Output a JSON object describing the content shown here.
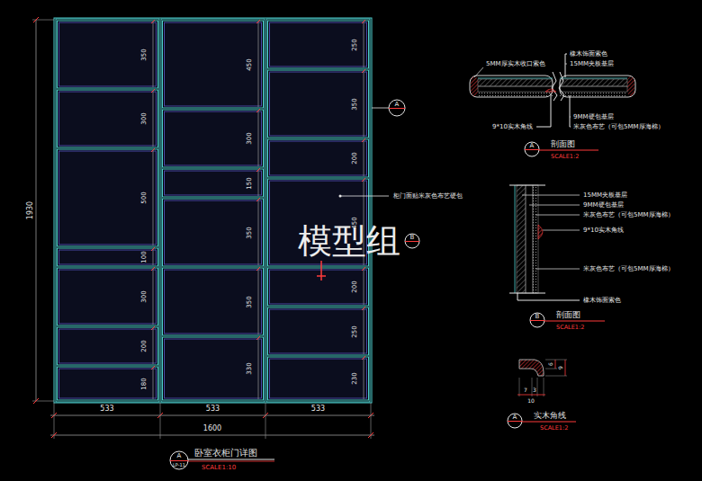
{
  "diagram": {
    "title": "卧室衣柜门详图",
    "labels": [
      "1930",
      "350",
      "300",
      "500",
      "100",
      "300",
      "200",
      "180",
      "450",
      "300",
      "150",
      "350",
      "350",
      "330",
      "250",
      "350",
      "200",
      "450",
      "200",
      "250",
      "230",
      "533",
      "533",
      "533",
      "1600",
      "A",
      "B",
      "柜门面贴米灰色布艺硬包",
      "模型组",
      "A",
      "LP-11",
      "SCALE1:10",
      "5MM厚实木收口索色",
      "橡木饰面索色",
      "15MM夹板基层",
      "9*10实木角线",
      "9MM硬包基层",
      "米灰色布艺（可包5MM厚海棉）",
      "A",
      "剖面图",
      "SCALE1:2",
      "15MM夹板基层",
      "9MM硬包基层",
      "米灰色布艺（可包5MM厚海棉）",
      "9*10实木角线",
      "米灰色布艺（可包5MM厚海棉）",
      "橡木饰面索色",
      "B",
      "剖面图",
      "SCALE1:2",
      "6",
      "9",
      "7",
      "3",
      "10",
      "A",
      "实木角线",
      "SCALE1:2"
    ]
  }
}
